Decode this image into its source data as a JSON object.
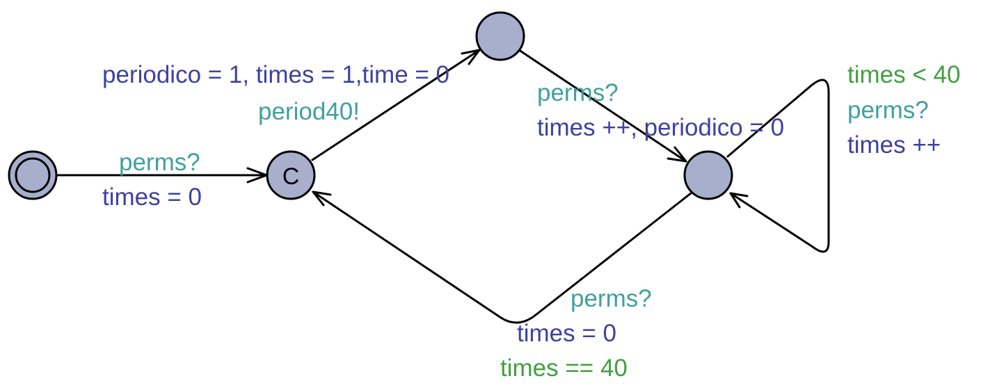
{
  "colors": {
    "location_fill": "#a7afcc",
    "stroke": "#000000",
    "sync": "#40a0a0",
    "update": "#4040a0",
    "guard": "#40a040"
  },
  "locations": [
    {
      "id": "initial",
      "initial": true,
      "committed": false
    },
    {
      "id": "committed",
      "initial": false,
      "committed": true,
      "mark": "C"
    },
    {
      "id": "top",
      "initial": false,
      "committed": false
    },
    {
      "id": "right",
      "initial": false,
      "committed": false
    }
  ],
  "edges": {
    "init_to_committed": {
      "sync": "perms?",
      "update": "times = 0"
    },
    "committed_to_top": {
      "update": "periodico = 1, times = 1,time = 0",
      "sync": "period40!"
    },
    "top_to_right": {
      "sync": "perms?",
      "update": "times ++, periodico = 0"
    },
    "right_selfloop": {
      "guard": "times < 40",
      "sync": "perms?",
      "update": "times ++"
    },
    "right_to_committed": {
      "sync": "perms?",
      "update": "times = 0",
      "guard": "times == 40"
    }
  }
}
